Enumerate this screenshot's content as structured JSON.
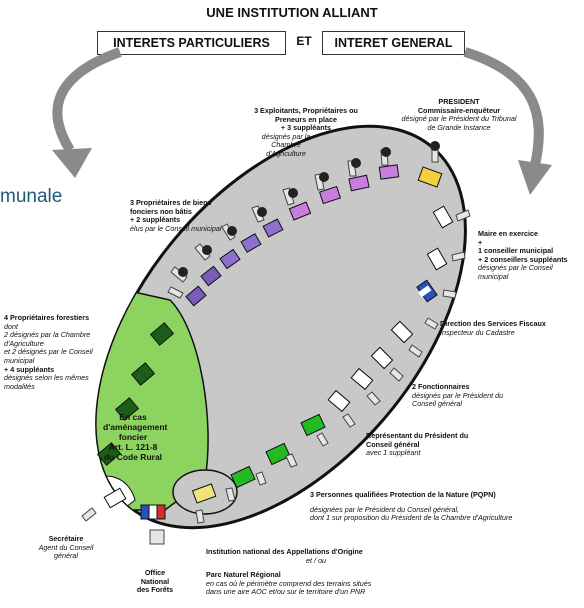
{
  "header": {
    "title": "UNE INSTITUTION ALLIANT",
    "left_box": "INTERETS PARTICULIERS",
    "connector": "ET",
    "right_box": "INTERET GENERAL"
  },
  "cropped_text": "munale",
  "green_zone": {
    "line1": "En cas",
    "line2": "d'aménagement",
    "line3": "foncier",
    "line4": "Art. L. 121-8",
    "line5": "du Code Rural"
  },
  "labels": {
    "president": {
      "title": "PRESIDENT",
      "subtitle": "Commissaire-enquêteur",
      "detail": "désigné par le Président du Tribunal de Grande Instance"
    },
    "exploitants": {
      "title": "3 Exploitants, Propriétaires ou Preneurs en place",
      "suppl": "+ 3 suppléants",
      "detail": "désignés par la Chambre d'Agriculture"
    },
    "proprietaires_non_batis": {
      "title": "3 Propriétaires de biens fonciers non bâtis",
      "suppl": "+ 2 suppléants",
      "detail": "élus par le Conseil municipal"
    },
    "maire": {
      "title": "Maire en exercice",
      "plus": "+",
      "conseiller": "1 conseiller municipal",
      "suppl": "+ 2 conseillers suppléants",
      "detail": "désignés par le Conseil municipal"
    },
    "forestiers": {
      "title": "4 Propriétaires forestiers",
      "l1": "dont",
      "l2": "2 désignés par la Chambre d'Agriculture",
      "l3": "et 2 désignés par le Conseil municipal",
      "suppl": "+ 4 suppléants",
      "detail": "désignés selon les mêmes modalités"
    },
    "fiscaux": {
      "title": "Direction des Services Fiscaux",
      "detail": "Inspecteur du Cadastre"
    },
    "fonctionnaires": {
      "title": "2 Fonctionnaires",
      "detail": "désignés par le Président du Conseil général"
    },
    "representant": {
      "title": "Représentant du Président du Conseil général",
      "detail": "avec 1 suppléant"
    },
    "personnes": {
      "title": "3 Personnes qualifiées Protection de la Nature (PQPN)",
      "detail1": "désignées par le Président du Conseil général,",
      "detail2": "dont 1 sur proposition du Président de la Chambre d'Agriculture"
    },
    "secretaire": {
      "title": "Secrétaire",
      "detail": "Agent du Conseil général"
    },
    "inao": {
      "title": "Institution national des Appellations d'Origine",
      "detail": "et / ou"
    },
    "office": {
      "l1": "Office",
      "l2": "National",
      "l3": "des Forêts"
    },
    "parc": {
      "title": "Parc Naturel Régional",
      "detail1": "en cas où le périmètre comprend des terrains situés",
      "detail2": "dans une aire AOC et/ou sur le territoire d'un PNR"
    }
  },
  "colors": {
    "table_gray": "#c8c8c8",
    "green_zone": "#8dd35f",
    "dark_green": "#1a5e1a",
    "bright_green": "#22bb22",
    "purple": "#8f6fd0",
    "lavender": "#7a5cb8",
    "pink_purple": "#c77ee0",
    "yellow": "#f4d03f",
    "arrow_gray": "#8a8a8a",
    "accent_teal": "#1e5a78"
  }
}
